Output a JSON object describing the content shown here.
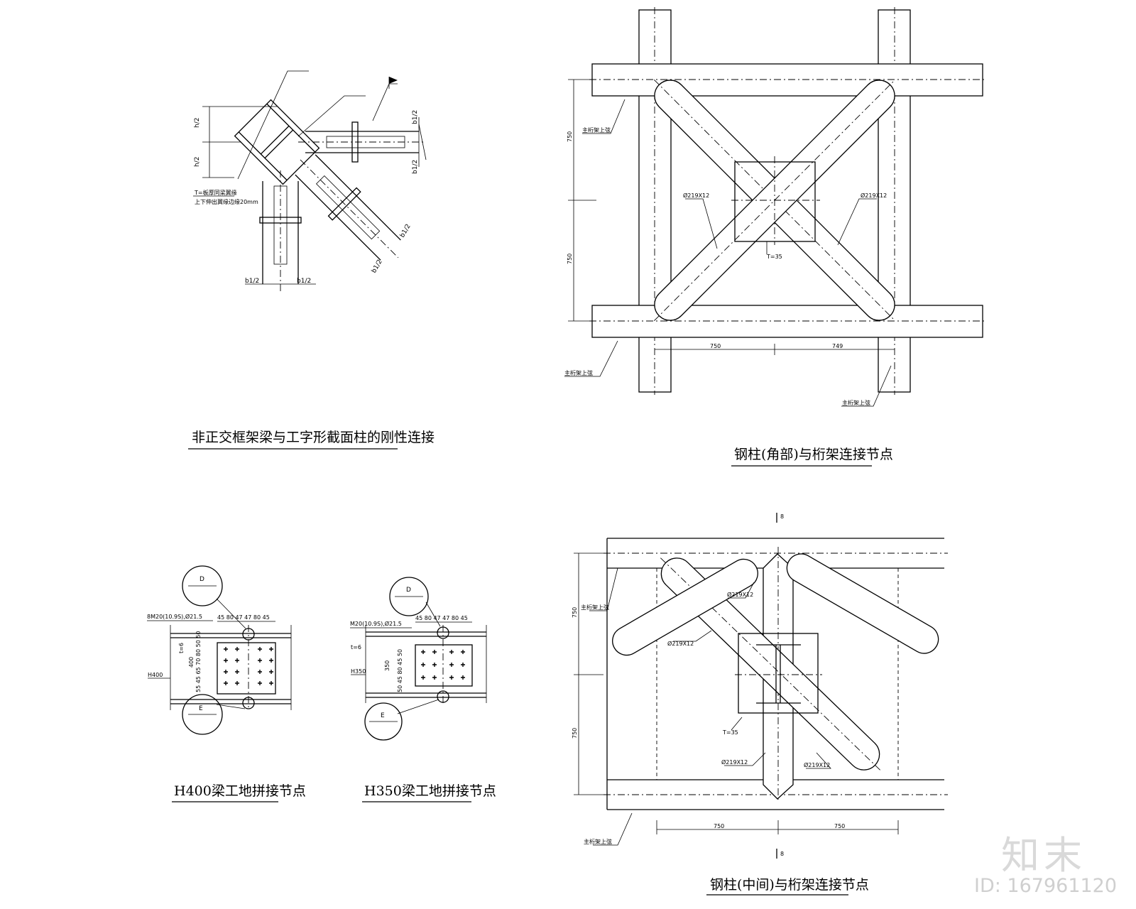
{
  "captions": {
    "top_left": "非正交框架梁与工字形截面柱的刚性连接",
    "top_right": "钢柱(角部)与桁架连接节点",
    "bottom_right": "钢柱(中间)与桁架连接节点",
    "h400": "H400梁工地拼接节点",
    "h350": "H350梁工地拼接节点"
  },
  "top_left_detail": {
    "h_half_top": "h/2",
    "h_half_bottom": "h/2",
    "b_half_1": "b1/2",
    "b_half_2": "b1/2",
    "b_half_3": "b1/2",
    "b_half_4": "b1/2",
    "b_half_5": "b1/2",
    "b_half_6": "b1/2",
    "note_1": "T=板厚同梁翼缘",
    "note_2": "上下伸出翼缘边缘20mm"
  },
  "corner_node": {
    "dim_v1": "750",
    "dim_v2": "750",
    "dim_h1": "750",
    "dim_h2": "749",
    "pipe_left": "Ø219X12",
    "pipe_right": "Ø219X12",
    "plate": "T=35",
    "leader_1": "主桁架上弦",
    "leader_2": "主桁架上弦",
    "leader_3": "主桁架上弦"
  },
  "middle_node": {
    "dim_v1": "750",
    "dim_v2": "750",
    "dim_h1": "750",
    "dim_h2": "750",
    "pipe_1": "Ø219X12",
    "pipe_2": "Ø219X12",
    "pipe_3": "Ø219X12",
    "pipe_4": "Ø219X12",
    "plate": "T=35",
    "leader_1": "主桁架上弦",
    "leader_2": "主桁架上弦",
    "section_top": "8",
    "section_bottom": "8"
  },
  "h400_splice": {
    "callout_d": "D",
    "callout_e": "E",
    "bolt_spec": "8M20(10.9S),Ø21.5",
    "top_dims": "45  80  47 47  80  45",
    "left_dims": "55 45 65 70 80 50 50",
    "height": "400",
    "beam": "H400",
    "plate_note": "t=6"
  },
  "h350_splice": {
    "callout_d": "D",
    "callout_e": "E",
    "bolt_spec": "M20(10.9S),Ø21.5",
    "top_dims": "45  80  47 47  80  45",
    "left_dims": "50 45 80 45 50",
    "height": "350",
    "beam": "H350",
    "plate_note": "t=6"
  },
  "watermark": {
    "logo": "知末",
    "id": "ID: 167961120"
  }
}
